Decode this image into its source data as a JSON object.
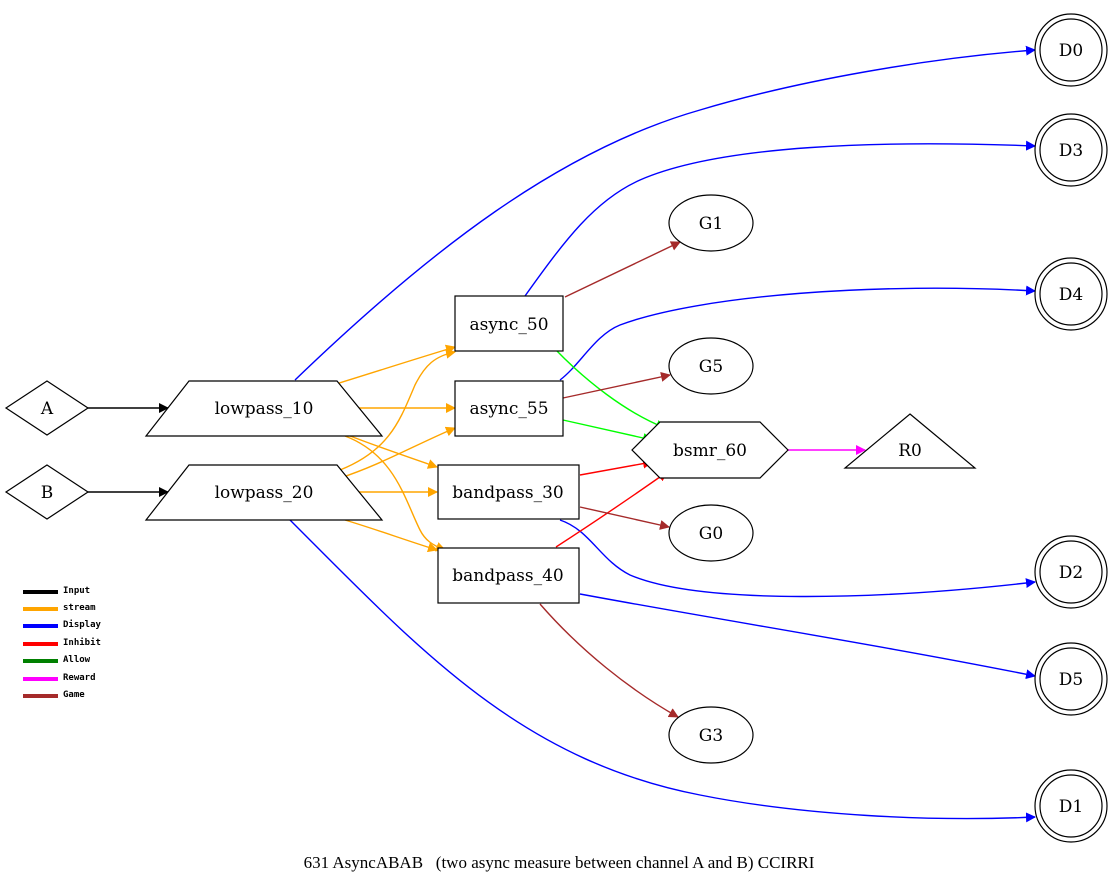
{
  "caption": "631 AsyncABAB   (two async measure between channel A and B) CCIRRI",
  "colors": {
    "Input": "#000000",
    "stream": "#ffa500",
    "Display": "#0000ff",
    "Inhibit": "#ff0000",
    "Allow": "#00ff00",
    "Reward": "#ff00ff",
    "Game": "#a52a2a",
    "AllowLegend": "#008000"
  },
  "legend": [
    {
      "label": "Input",
      "color": "#000000"
    },
    {
      "label": "stream",
      "color": "#ffa500"
    },
    {
      "label": "Display",
      "color": "#0000ff"
    },
    {
      "label": "Inhibit",
      "color": "#ff0000"
    },
    {
      "label": "Allow",
      "color": "#008000"
    },
    {
      "label": "Reward",
      "color": "#ff00ff"
    },
    {
      "label": "Game",
      "color": "#a52a2a"
    }
  ],
  "nodes": {
    "A": {
      "label": "A",
      "shape": "diamond"
    },
    "B": {
      "label": "B",
      "shape": "diamond"
    },
    "lowpass_10": {
      "label": "lowpass_10",
      "shape": "trapezium"
    },
    "lowpass_20": {
      "label": "lowpass_20",
      "shape": "trapezium"
    },
    "async_50": {
      "label": "async_50",
      "shape": "box"
    },
    "async_55": {
      "label": "async_55",
      "shape": "box"
    },
    "bandpass_30": {
      "label": "bandpass_30",
      "shape": "box"
    },
    "bandpass_40": {
      "label": "bandpass_40",
      "shape": "box"
    },
    "bsmr_60": {
      "label": "bsmr_60",
      "shape": "hexagon"
    },
    "R0": {
      "label": "R0",
      "shape": "triangle"
    },
    "G0": {
      "label": "G0",
      "shape": "ellipse"
    },
    "G1": {
      "label": "G1",
      "shape": "ellipse"
    },
    "G3": {
      "label": "G3",
      "shape": "ellipse"
    },
    "G5": {
      "label": "G5",
      "shape": "ellipse"
    },
    "D0": {
      "label": "D0",
      "shape": "doublecircle"
    },
    "D1": {
      "label": "D1",
      "shape": "doublecircle"
    },
    "D2": {
      "label": "D2",
      "shape": "doublecircle"
    },
    "D3": {
      "label": "D3",
      "shape": "doublecircle"
    },
    "D4": {
      "label": "D4",
      "shape": "doublecircle"
    },
    "D5": {
      "label": "D5",
      "shape": "doublecircle"
    }
  },
  "edges": [
    {
      "from": "A",
      "to": "lowpass_10",
      "type": "Input"
    },
    {
      "from": "B",
      "to": "lowpass_20",
      "type": "Input"
    },
    {
      "from": "lowpass_10",
      "to": "async_50",
      "type": "stream"
    },
    {
      "from": "lowpass_10",
      "to": "async_55",
      "type": "stream"
    },
    {
      "from": "lowpass_10",
      "to": "bandpass_30",
      "type": "stream"
    },
    {
      "from": "lowpass_10",
      "to": "bandpass_40",
      "type": "stream"
    },
    {
      "from": "lowpass_20",
      "to": "async_50",
      "type": "stream"
    },
    {
      "from": "lowpass_20",
      "to": "async_55",
      "type": "stream"
    },
    {
      "from": "lowpass_20",
      "to": "bandpass_30",
      "type": "stream"
    },
    {
      "from": "lowpass_20",
      "to": "bandpass_40",
      "type": "stream"
    },
    {
      "from": "lowpass_10",
      "to": "D0",
      "type": "Display"
    },
    {
      "from": "lowpass_20",
      "to": "D1",
      "type": "Display"
    },
    {
      "from": "async_50",
      "to": "D3",
      "type": "Display"
    },
    {
      "from": "async_55",
      "to": "D4",
      "type": "Display"
    },
    {
      "from": "bandpass_30",
      "to": "D2",
      "type": "Display"
    },
    {
      "from": "bandpass_40",
      "to": "D5",
      "type": "Display"
    },
    {
      "from": "async_50",
      "to": "bsmr_60",
      "type": "Allow"
    },
    {
      "from": "async_55",
      "to": "bsmr_60",
      "type": "Allow"
    },
    {
      "from": "bandpass_30",
      "to": "bsmr_60",
      "type": "Inhibit"
    },
    {
      "from": "bandpass_40",
      "to": "bsmr_60",
      "type": "Inhibit"
    },
    {
      "from": "bsmr_60",
      "to": "R0",
      "type": "Reward"
    },
    {
      "from": "async_50",
      "to": "G1",
      "type": "Game"
    },
    {
      "from": "async_55",
      "to": "G5",
      "type": "Game"
    },
    {
      "from": "bandpass_30",
      "to": "G0",
      "type": "Game"
    },
    {
      "from": "bandpass_40",
      "to": "G3",
      "type": "Game"
    }
  ]
}
